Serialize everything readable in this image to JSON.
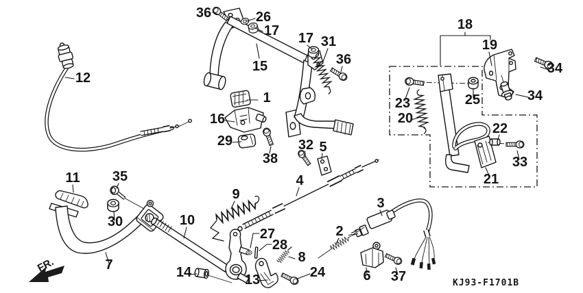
{
  "diagram": {
    "code": "KJ93-F1701B",
    "fr_label": "FR.",
    "callouts": [
      {
        "label": "36"
      },
      {
        "label": "26"
      },
      {
        "label": "17"
      },
      {
        "label": "15"
      },
      {
        "label": "17"
      },
      {
        "label": "31"
      },
      {
        "label": "36"
      },
      {
        "label": "18"
      },
      {
        "label": "19"
      },
      {
        "label": "34"
      },
      {
        "label": "34"
      },
      {
        "label": "23"
      },
      {
        "label": "20"
      },
      {
        "label": "25"
      },
      {
        "label": "22"
      },
      {
        "label": "33"
      },
      {
        "label": "21"
      },
      {
        "label": "12"
      },
      {
        "label": "1"
      },
      {
        "label": "16"
      },
      {
        "label": "29"
      },
      {
        "label": "38"
      },
      {
        "label": "32"
      },
      {
        "label": "5"
      },
      {
        "label": "11"
      },
      {
        "label": "35"
      },
      {
        "label": "30"
      },
      {
        "label": "9"
      },
      {
        "label": "4"
      },
      {
        "label": "10"
      },
      {
        "label": "27"
      },
      {
        "label": "28"
      },
      {
        "label": "8"
      },
      {
        "label": "3"
      },
      {
        "label": "2"
      },
      {
        "label": "14"
      },
      {
        "label": "13"
      },
      {
        "label": "24"
      },
      {
        "label": "7"
      },
      {
        "label": "6"
      },
      {
        "label": "37"
      }
    ]
  }
}
